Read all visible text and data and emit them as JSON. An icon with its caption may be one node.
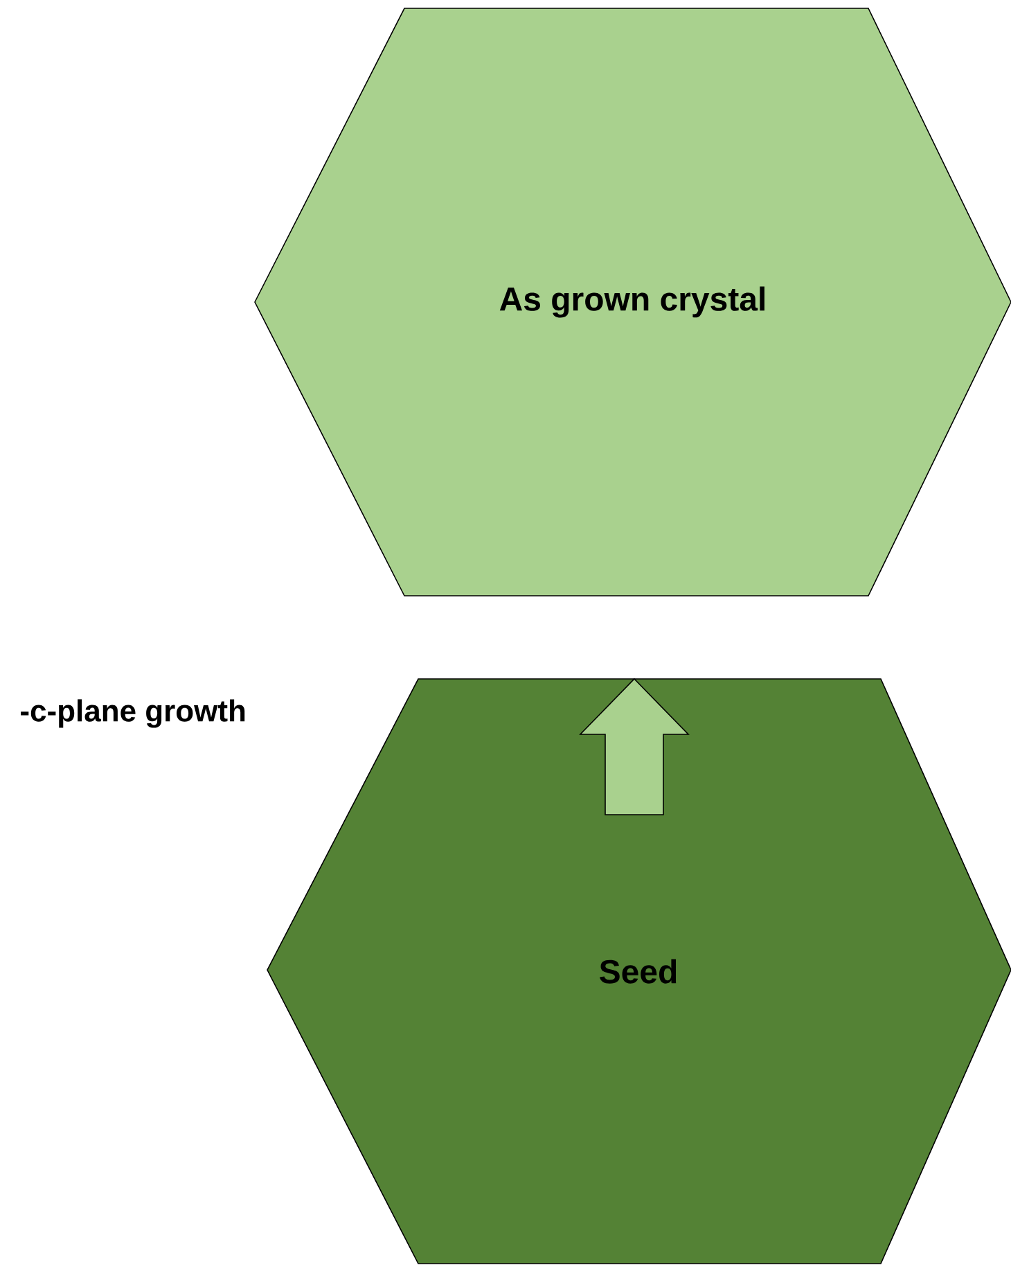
{
  "diagram": {
    "nodes": [
      {
        "text": [
          "As grown crystal"
        ]
      },
      {
        "text": [
          "Seed"
        ],
        "beside": [
          "-c-plane growth"
        ]
      }
    ]
  }
}
